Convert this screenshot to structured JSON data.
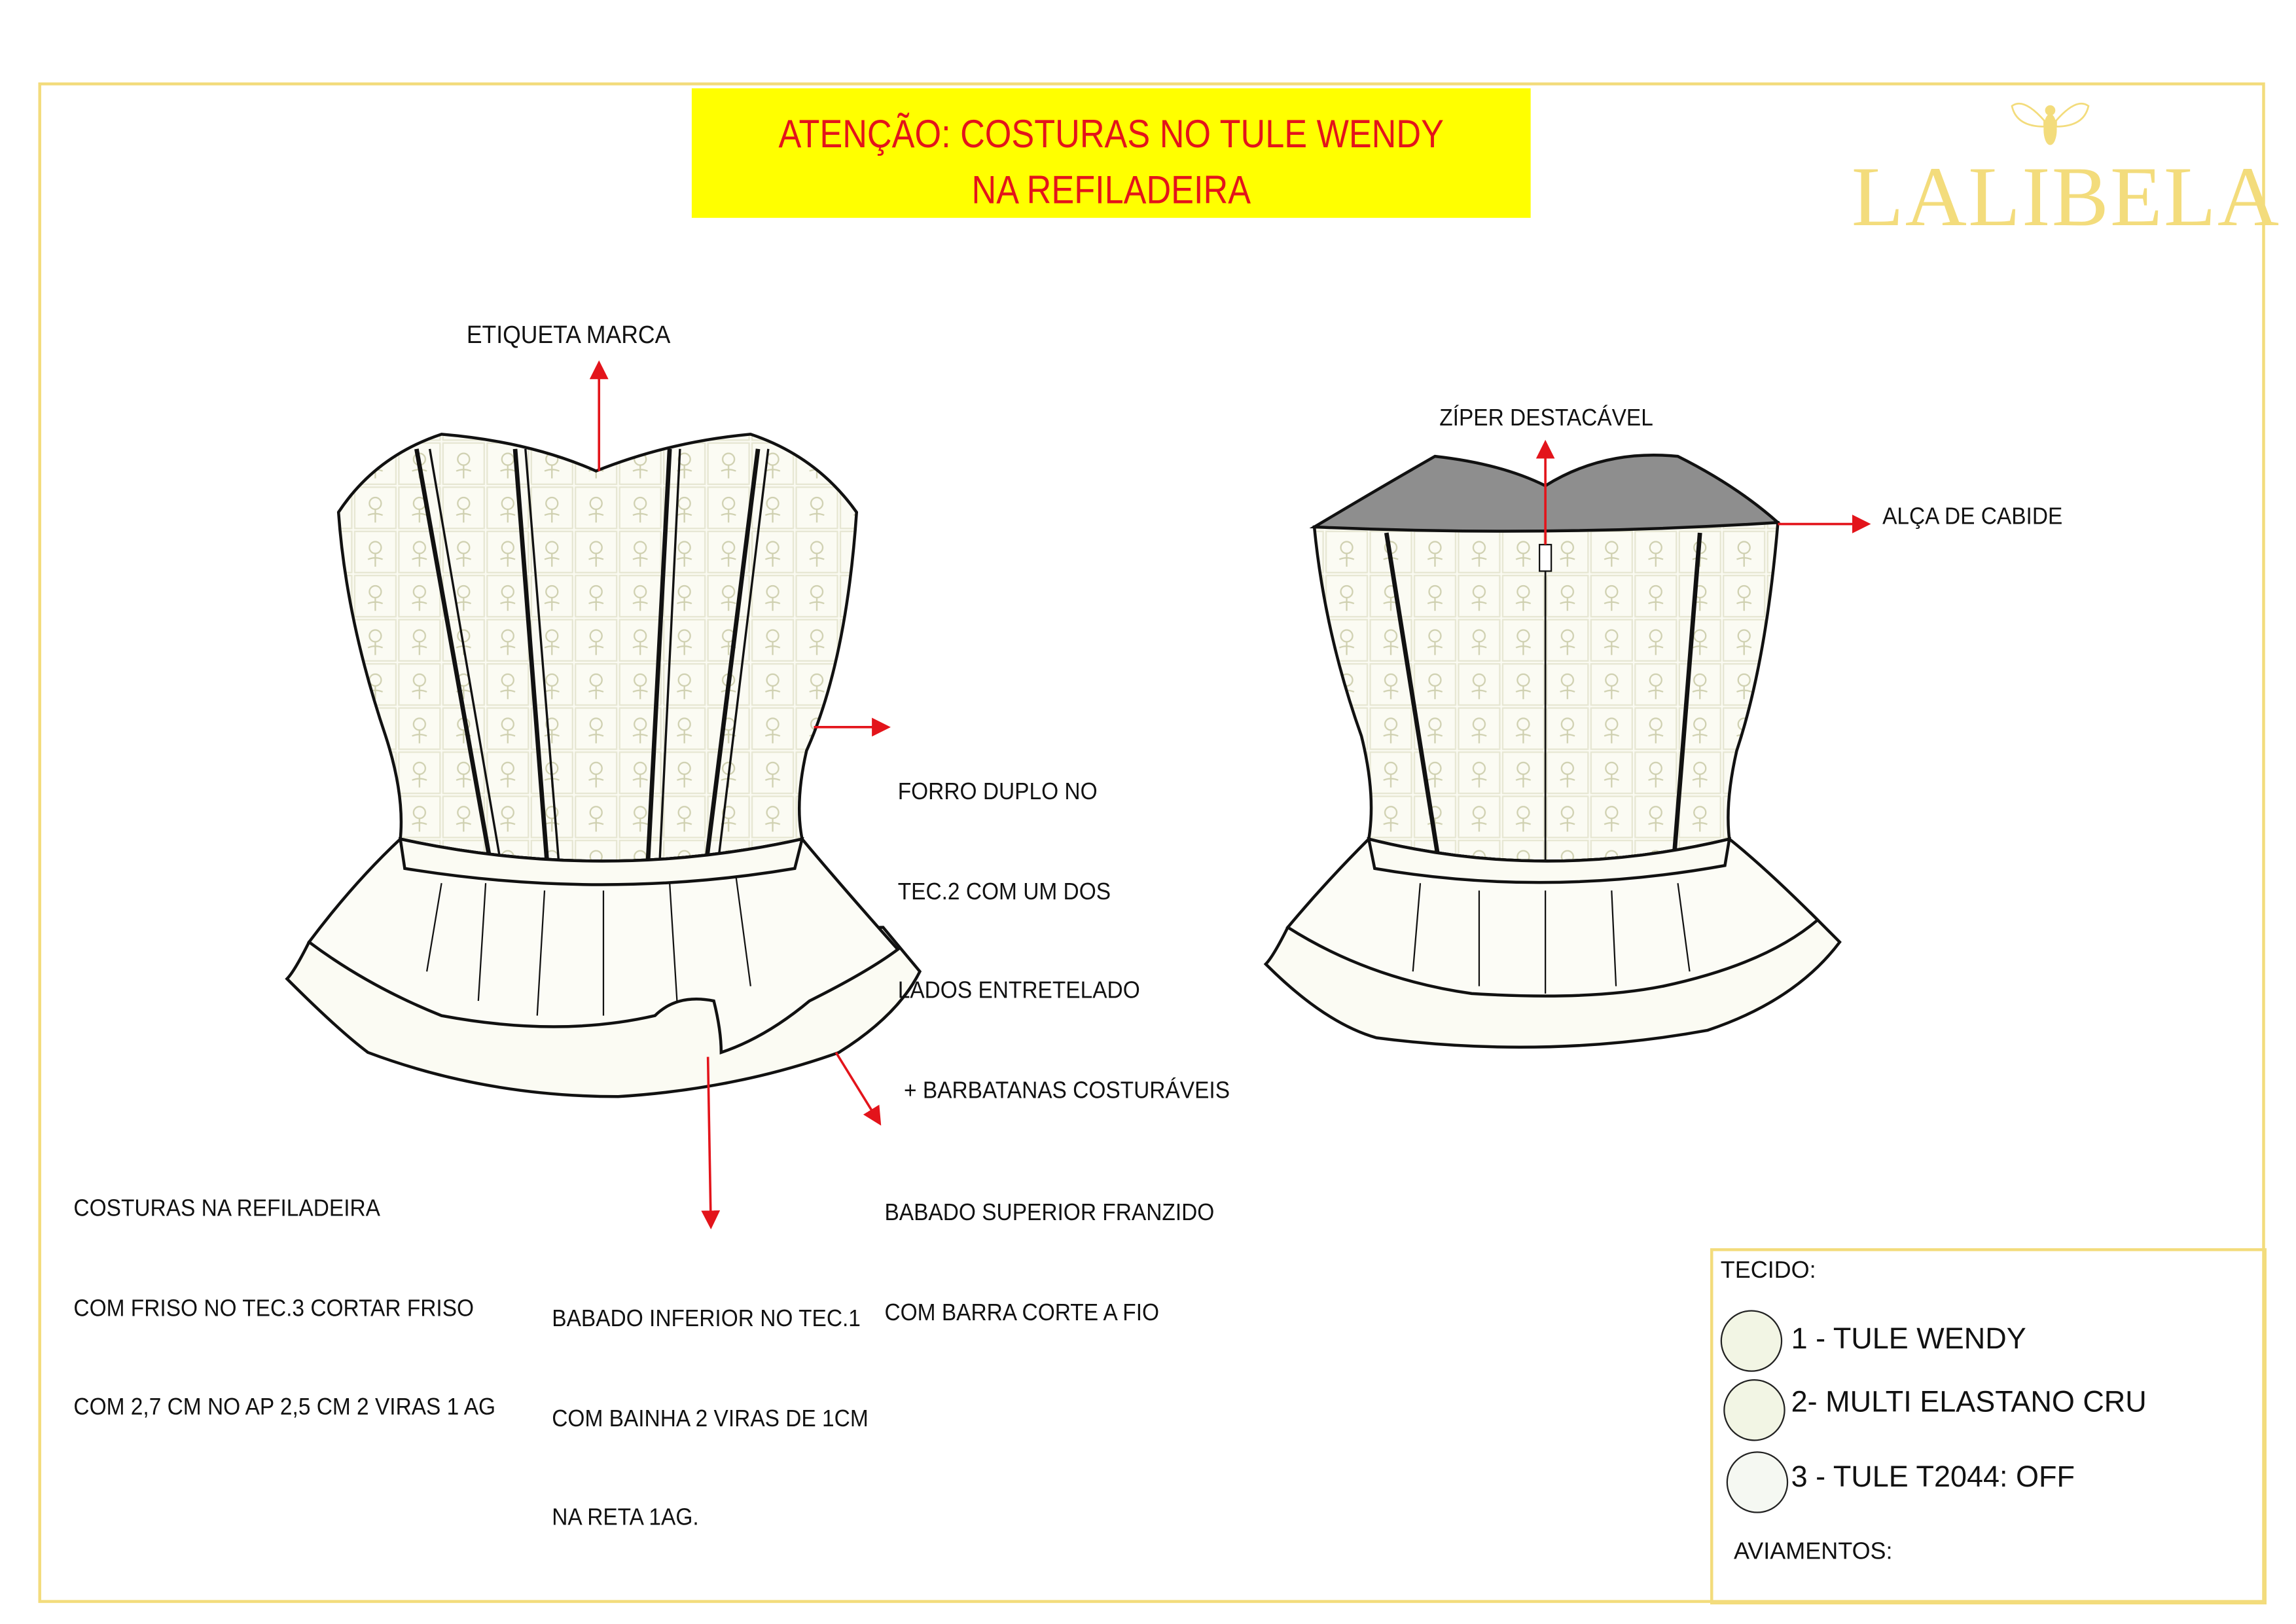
{
  "banner": {
    "line1": "ATENÇÃO: COSTURAS NO TULE  WENDY",
    "line2": "NA REFILADEIRA"
  },
  "logo": {
    "text": "LALIBELA",
    "icon": "bee-icon",
    "color": "#f3dc7c"
  },
  "front_notes": {
    "label_brand": "ETIQUETA MARCA",
    "lining": [
      "FORRO DUPLO NO",
      "TEC.2 COM UM DOS",
      "LADOS ENTRETELADO",
      " + BARBATANAS COSTURÁVEIS"
    ],
    "seams": [
      "COSTURAS NA REFILADEIRA",
      "COM FRISO NO TEC.3 CORTAR FRISO",
      "COM 2,7 CM NO AP 2,5 CM 2 VIRAS 1 AG"
    ],
    "lower_ruffle": [
      "BABADO INFERIOR NO TEC.1",
      "COM BAINHA 2 VIRAS DE 1CM",
      "NA RETA 1AG."
    ],
    "upper_ruffle": [
      "BABADO SUPERIOR FRANZIDO",
      "COM BARRA CORTE A FIO"
    ]
  },
  "back_notes": {
    "zipper": "ZÍPER DESTACÁVEL",
    "hanger_loop": "ALÇA DE CABIDE"
  },
  "legend": {
    "fabric_title": "TECIDO:",
    "fabrics": [
      {
        "label": "1 - TULE WENDY",
        "color": "#f2f5e4"
      },
      {
        "label": "2- MULTI ELASTANO CRU",
        "color": "#f2f5e4"
      },
      {
        "label": "3 - TULE T2044: OFF",
        "color": "#f5f8f2"
      }
    ],
    "trims_title": "AVIAMENTOS:"
  },
  "colors": {
    "arrow": "#e3141b",
    "frame": "#f3dc7c",
    "banner": "#ffff00",
    "lining_gray": "#8e8e8e"
  }
}
